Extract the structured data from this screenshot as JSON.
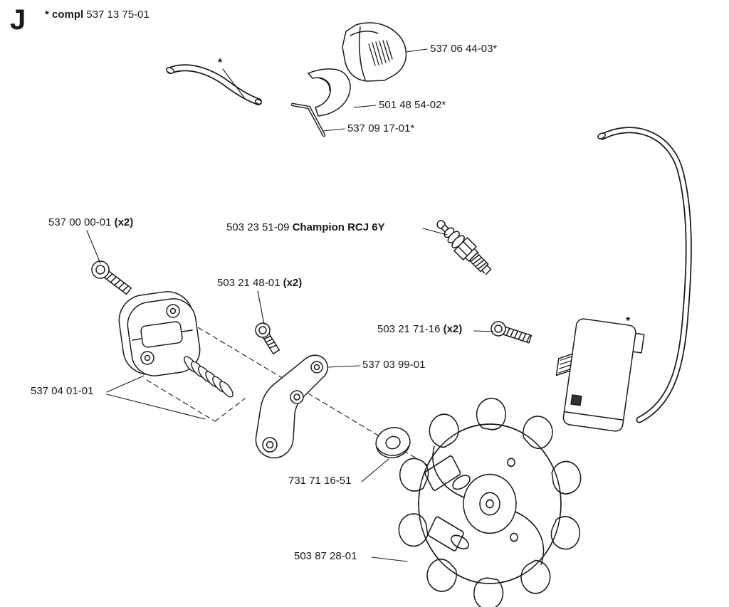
{
  "header": {
    "section_letter": "J",
    "compl_prefix": "* compl",
    "compl_number": "537 13 75-01"
  },
  "labels": {
    "muffler_cover": "537 06 44-03*",
    "bracket": "501 48 54-02*",
    "pin": "537 09 17-01*",
    "clutch_screw": {
      "num": "537 00 00-01",
      "qty": "(x2)"
    },
    "spark_plug": {
      "num": "503 23 51-09",
      "name": "Champion RCJ 6Y"
    },
    "link_screw": {
      "num": "503 21 48-01",
      "qty": "(x2)"
    },
    "coil_screw": {
      "num": "503 21 71-16",
      "qty": "(x2)"
    },
    "linkage": "537 03 99-01",
    "clutch": "537 04 01-01",
    "nut": "731 71 16-51",
    "flywheel": "503 87 28-01",
    "fuel_line_star": "*",
    "coil_star": "*"
  },
  "colors": {
    "line": "#1a1a1a",
    "background": "#ffffff"
  }
}
